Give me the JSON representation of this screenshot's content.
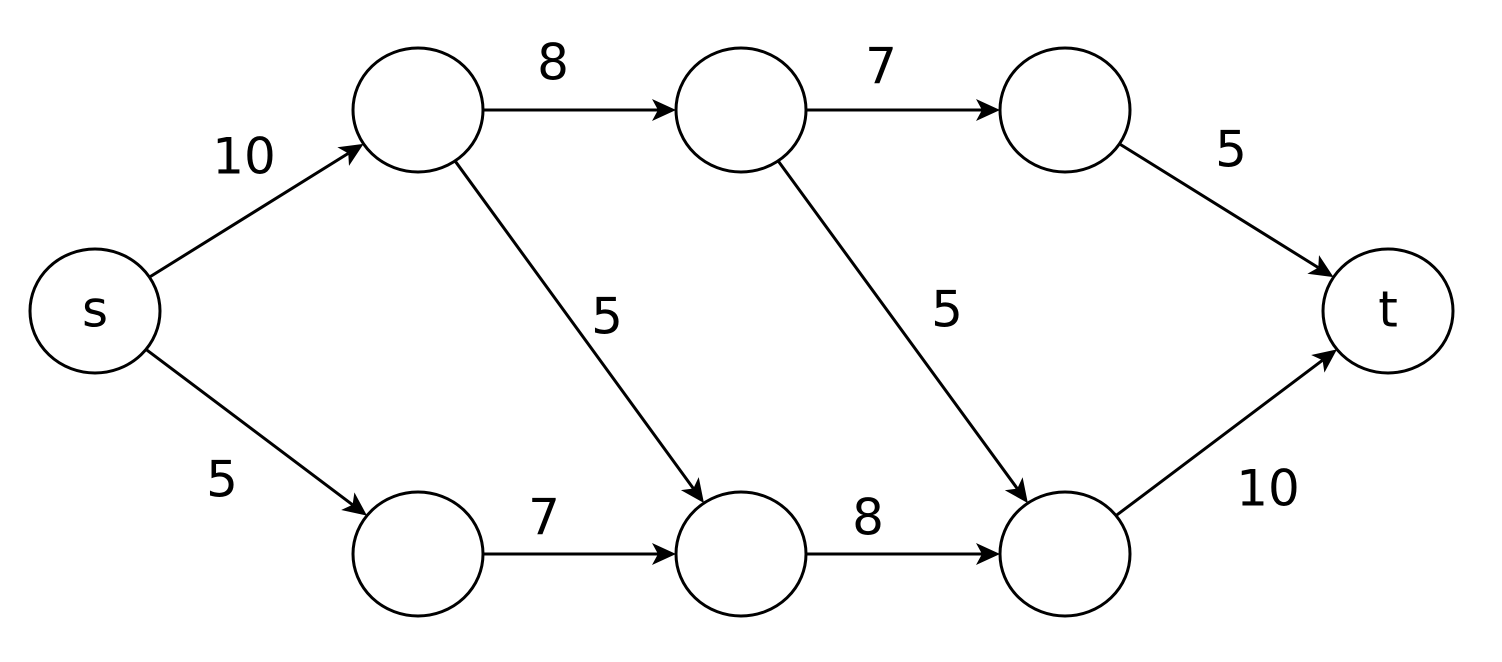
{
  "graph": {
    "nodes": [
      {
        "id": "s",
        "label": "s"
      },
      {
        "id": "a1",
        "label": ""
      },
      {
        "id": "a2",
        "label": ""
      },
      {
        "id": "a3",
        "label": ""
      },
      {
        "id": "b1",
        "label": ""
      },
      {
        "id": "b2",
        "label": ""
      },
      {
        "id": "b3",
        "label": ""
      },
      {
        "id": "t",
        "label": "t"
      }
    ],
    "edges": [
      {
        "from": "s",
        "to": "a1",
        "capacity": "10"
      },
      {
        "from": "s",
        "to": "b1",
        "capacity": "5"
      },
      {
        "from": "a1",
        "to": "a2",
        "capacity": "8"
      },
      {
        "from": "a1",
        "to": "b2",
        "capacity": "5"
      },
      {
        "from": "a2",
        "to": "a3",
        "capacity": "7"
      },
      {
        "from": "a2",
        "to": "b3",
        "capacity": "5"
      },
      {
        "from": "a3",
        "to": "t",
        "capacity": "5"
      },
      {
        "from": "b1",
        "to": "b2",
        "capacity": "7"
      },
      {
        "from": "b2",
        "to": "b3",
        "capacity": "8"
      },
      {
        "from": "b3",
        "to": "t",
        "capacity": "10"
      }
    ]
  },
  "colors": {
    "stroke": "#000000",
    "fill": "#ffffff"
  }
}
